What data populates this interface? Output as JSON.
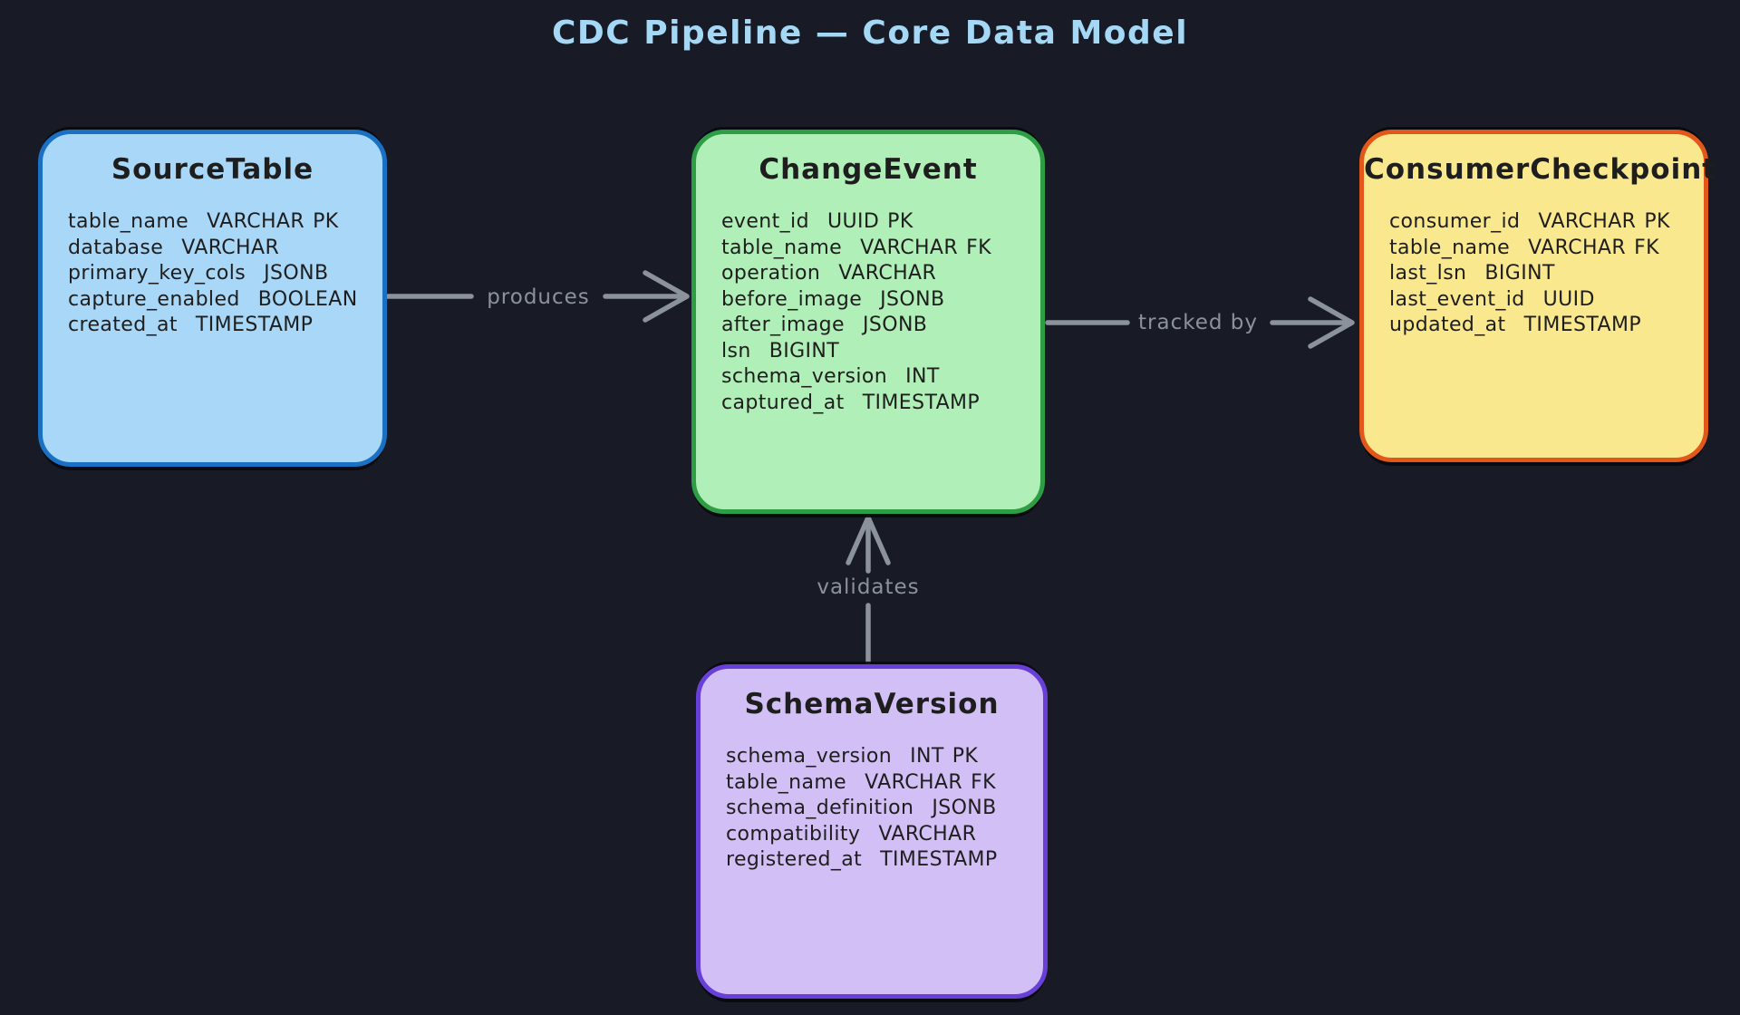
{
  "title": "CDC Pipeline — Core Data Model",
  "colors": {
    "background": "#181b26",
    "title": "#a5d8f5",
    "arrow": "#8b929b",
    "entity_text": "#1e1e1e"
  },
  "entities": [
    {
      "name": "SourceTable",
      "fill": "#a9d7f7",
      "stroke": "#1a70c2",
      "fields": [
        {
          "name": "table_name",
          "type": "VARCHAR",
          "key": "PK"
        },
        {
          "name": "database",
          "type": "VARCHAR",
          "key": ""
        },
        {
          "name": "primary_key_cols",
          "type": "JSONB",
          "key": ""
        },
        {
          "name": "capture_enabled",
          "type": "BOOLEAN",
          "key": ""
        },
        {
          "name": "created_at",
          "type": "TIMESTAMP",
          "key": ""
        }
      ]
    },
    {
      "name": "ChangeEvent",
      "fill": "#b0efb7",
      "stroke": "#2e9e44",
      "fields": [
        {
          "name": "event_id",
          "type": "UUID",
          "key": "PK"
        },
        {
          "name": "table_name",
          "type": "VARCHAR",
          "key": "FK"
        },
        {
          "name": "operation",
          "type": "VARCHAR",
          "key": ""
        },
        {
          "name": "before_image",
          "type": "JSONB",
          "key": ""
        },
        {
          "name": "after_image",
          "type": "JSONB",
          "key": ""
        },
        {
          "name": "lsn",
          "type": "BIGINT",
          "key": ""
        },
        {
          "name": "schema_version",
          "type": "INT",
          "key": ""
        },
        {
          "name": "captured_at",
          "type": "TIMESTAMP",
          "key": ""
        }
      ]
    },
    {
      "name": "ConsumerCheckpoint",
      "fill": "#fae88f",
      "stroke": "#e2581a",
      "fields": [
        {
          "name": "consumer_id",
          "type": "VARCHAR",
          "key": "PK"
        },
        {
          "name": "table_name",
          "type": "VARCHAR",
          "key": "FK"
        },
        {
          "name": "last_lsn",
          "type": "BIGINT",
          "key": ""
        },
        {
          "name": "last_event_id",
          "type": "UUID",
          "key": ""
        },
        {
          "name": "updated_at",
          "type": "TIMESTAMP",
          "key": ""
        }
      ]
    },
    {
      "name": "SchemaVersion",
      "fill": "#d2bff5",
      "stroke": "#6840d8",
      "fields": [
        {
          "name": "schema_version",
          "type": "INT",
          "key": "PK"
        },
        {
          "name": "table_name",
          "type": "VARCHAR",
          "key": "FK"
        },
        {
          "name": "schema_definition",
          "type": "JSONB",
          "key": ""
        },
        {
          "name": "compatibility",
          "type": "VARCHAR",
          "key": ""
        },
        {
          "name": "registered_at",
          "type": "TIMESTAMP",
          "key": ""
        }
      ]
    }
  ],
  "relations": [
    {
      "label": "produces",
      "from": "SourceTable",
      "to": "ChangeEvent"
    },
    {
      "label": "tracked by",
      "from": "ChangeEvent",
      "to": "ConsumerCheckpoint"
    },
    {
      "label": "validates",
      "from": "SchemaVersion",
      "to": "ChangeEvent"
    }
  ]
}
